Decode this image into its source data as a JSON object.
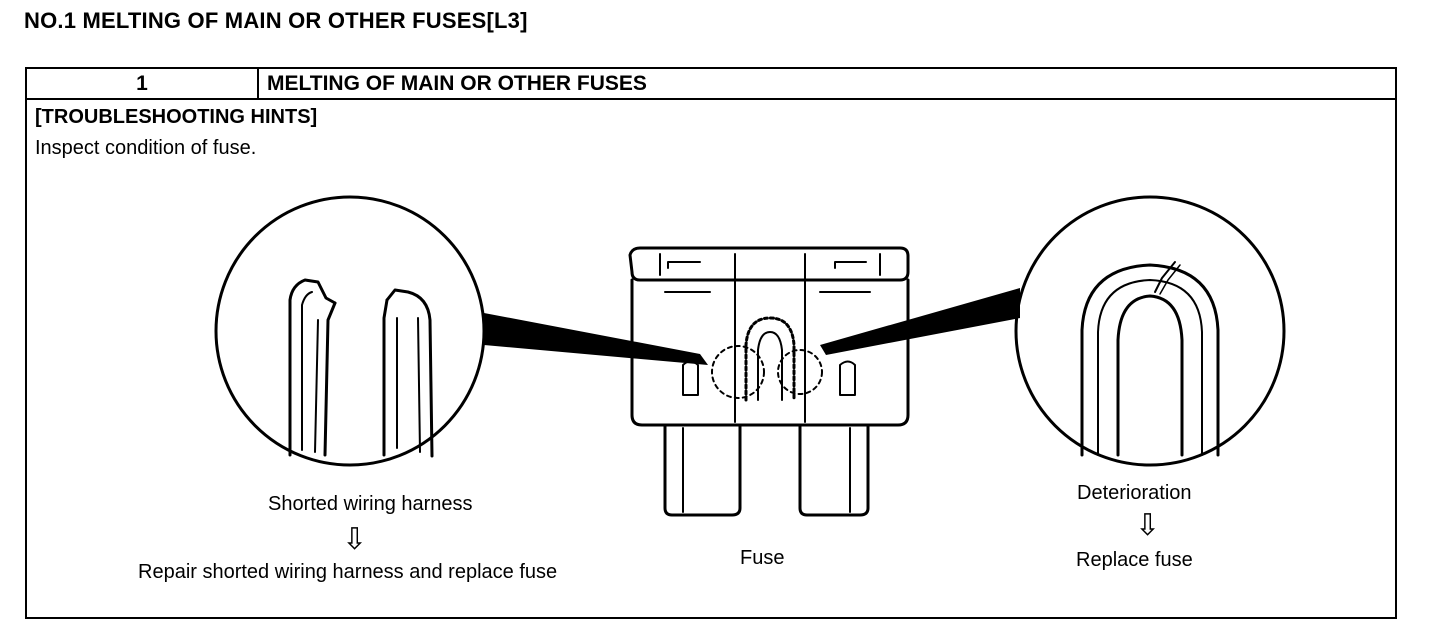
{
  "page_title": "NO.1 MELTING OF MAIN OR OTHER FUSES[L3]",
  "table": {
    "number": "1",
    "heading": "MELTING OF MAIN OR OTHER FUSES"
  },
  "hints": {
    "title": "[TROUBLESHOOTING HINTS]",
    "text": "Inspect condition of fuse."
  },
  "diagram": {
    "left_cause": "Shorted wiring harness",
    "left_action": "Repair shorted wiring harness and replace fuse",
    "center_label": "Fuse",
    "right_cause": "Deterioration",
    "right_action": "Replace fuse",
    "arrow_glyph": "⇩"
  }
}
